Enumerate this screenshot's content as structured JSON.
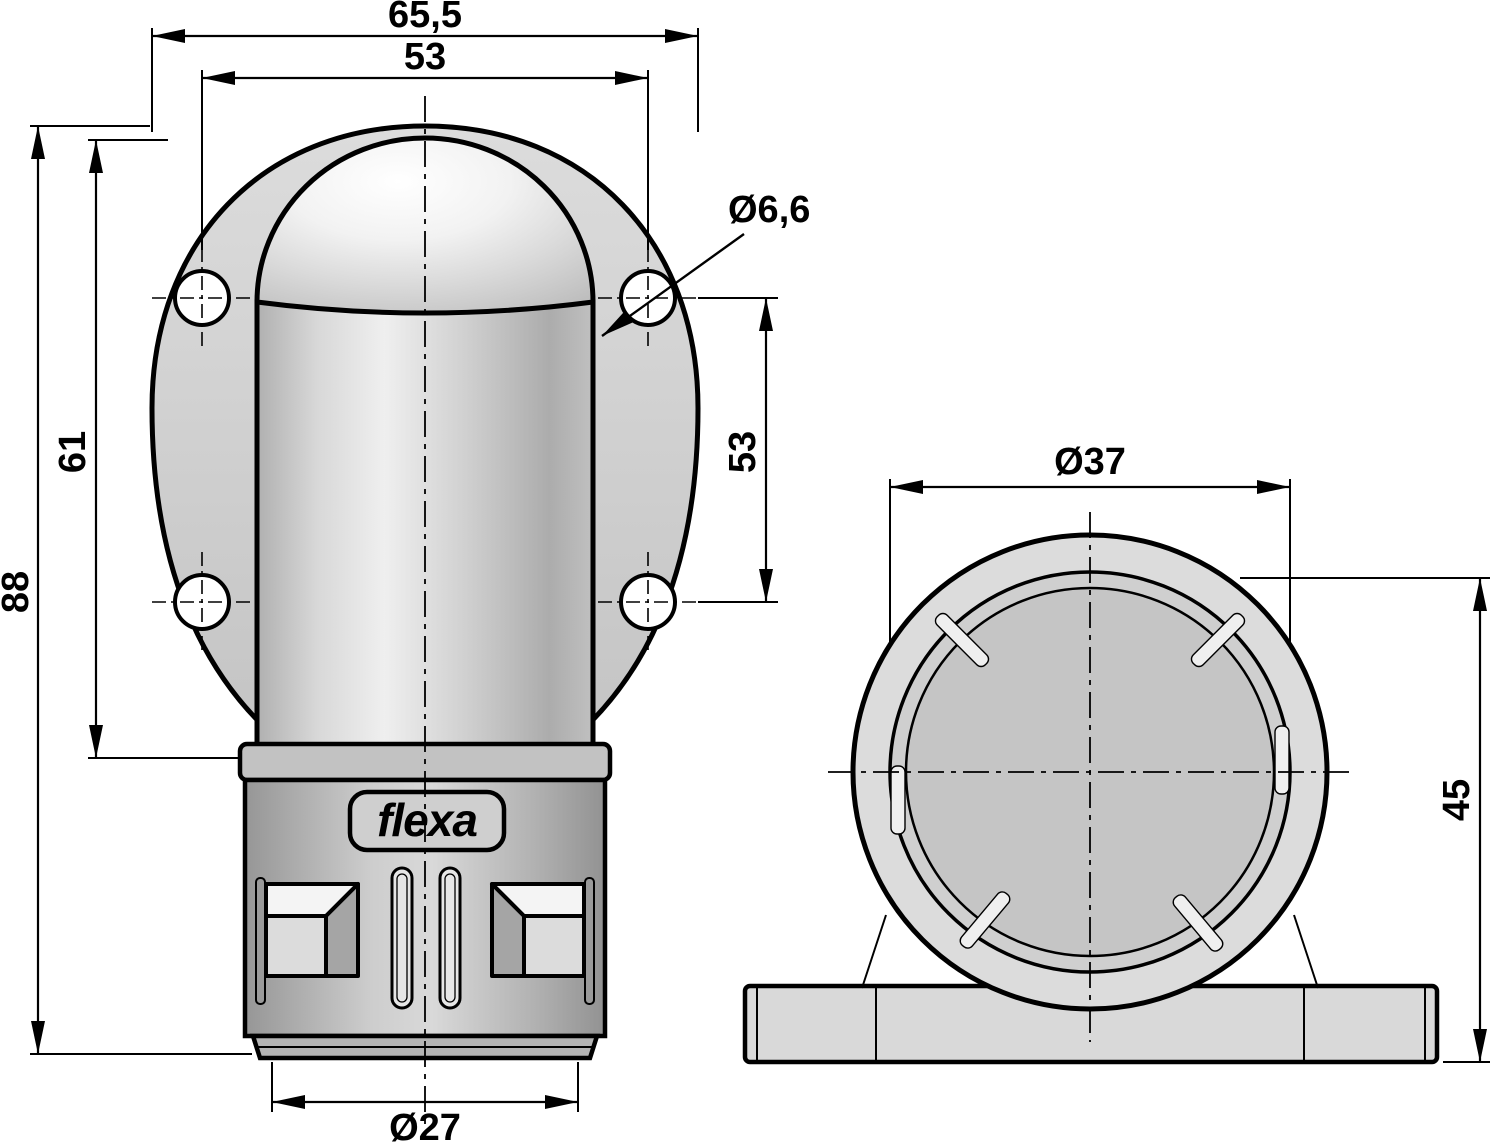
{
  "drawing": {
    "logo_text": "flexa",
    "front_view": {
      "dim_overall_width": "65,5",
      "dim_hole_spacing_h": "53",
      "dim_hole_diameter": "Ø6,6",
      "dim_flange_height": "61",
      "dim_overall_height": "88",
      "dim_hole_spacing_v": "53",
      "dim_outlet_diameter": "Ø27"
    },
    "side_view": {
      "dim_bore_diameter": "Ø37",
      "dim_center_height": "45"
    },
    "colors": {
      "line": "#000000",
      "fill_light": "#d9d9d9",
      "fill_mid": "#c6c6c6",
      "fill_dark": "#a9a9a9",
      "background": "#ffffff"
    }
  }
}
